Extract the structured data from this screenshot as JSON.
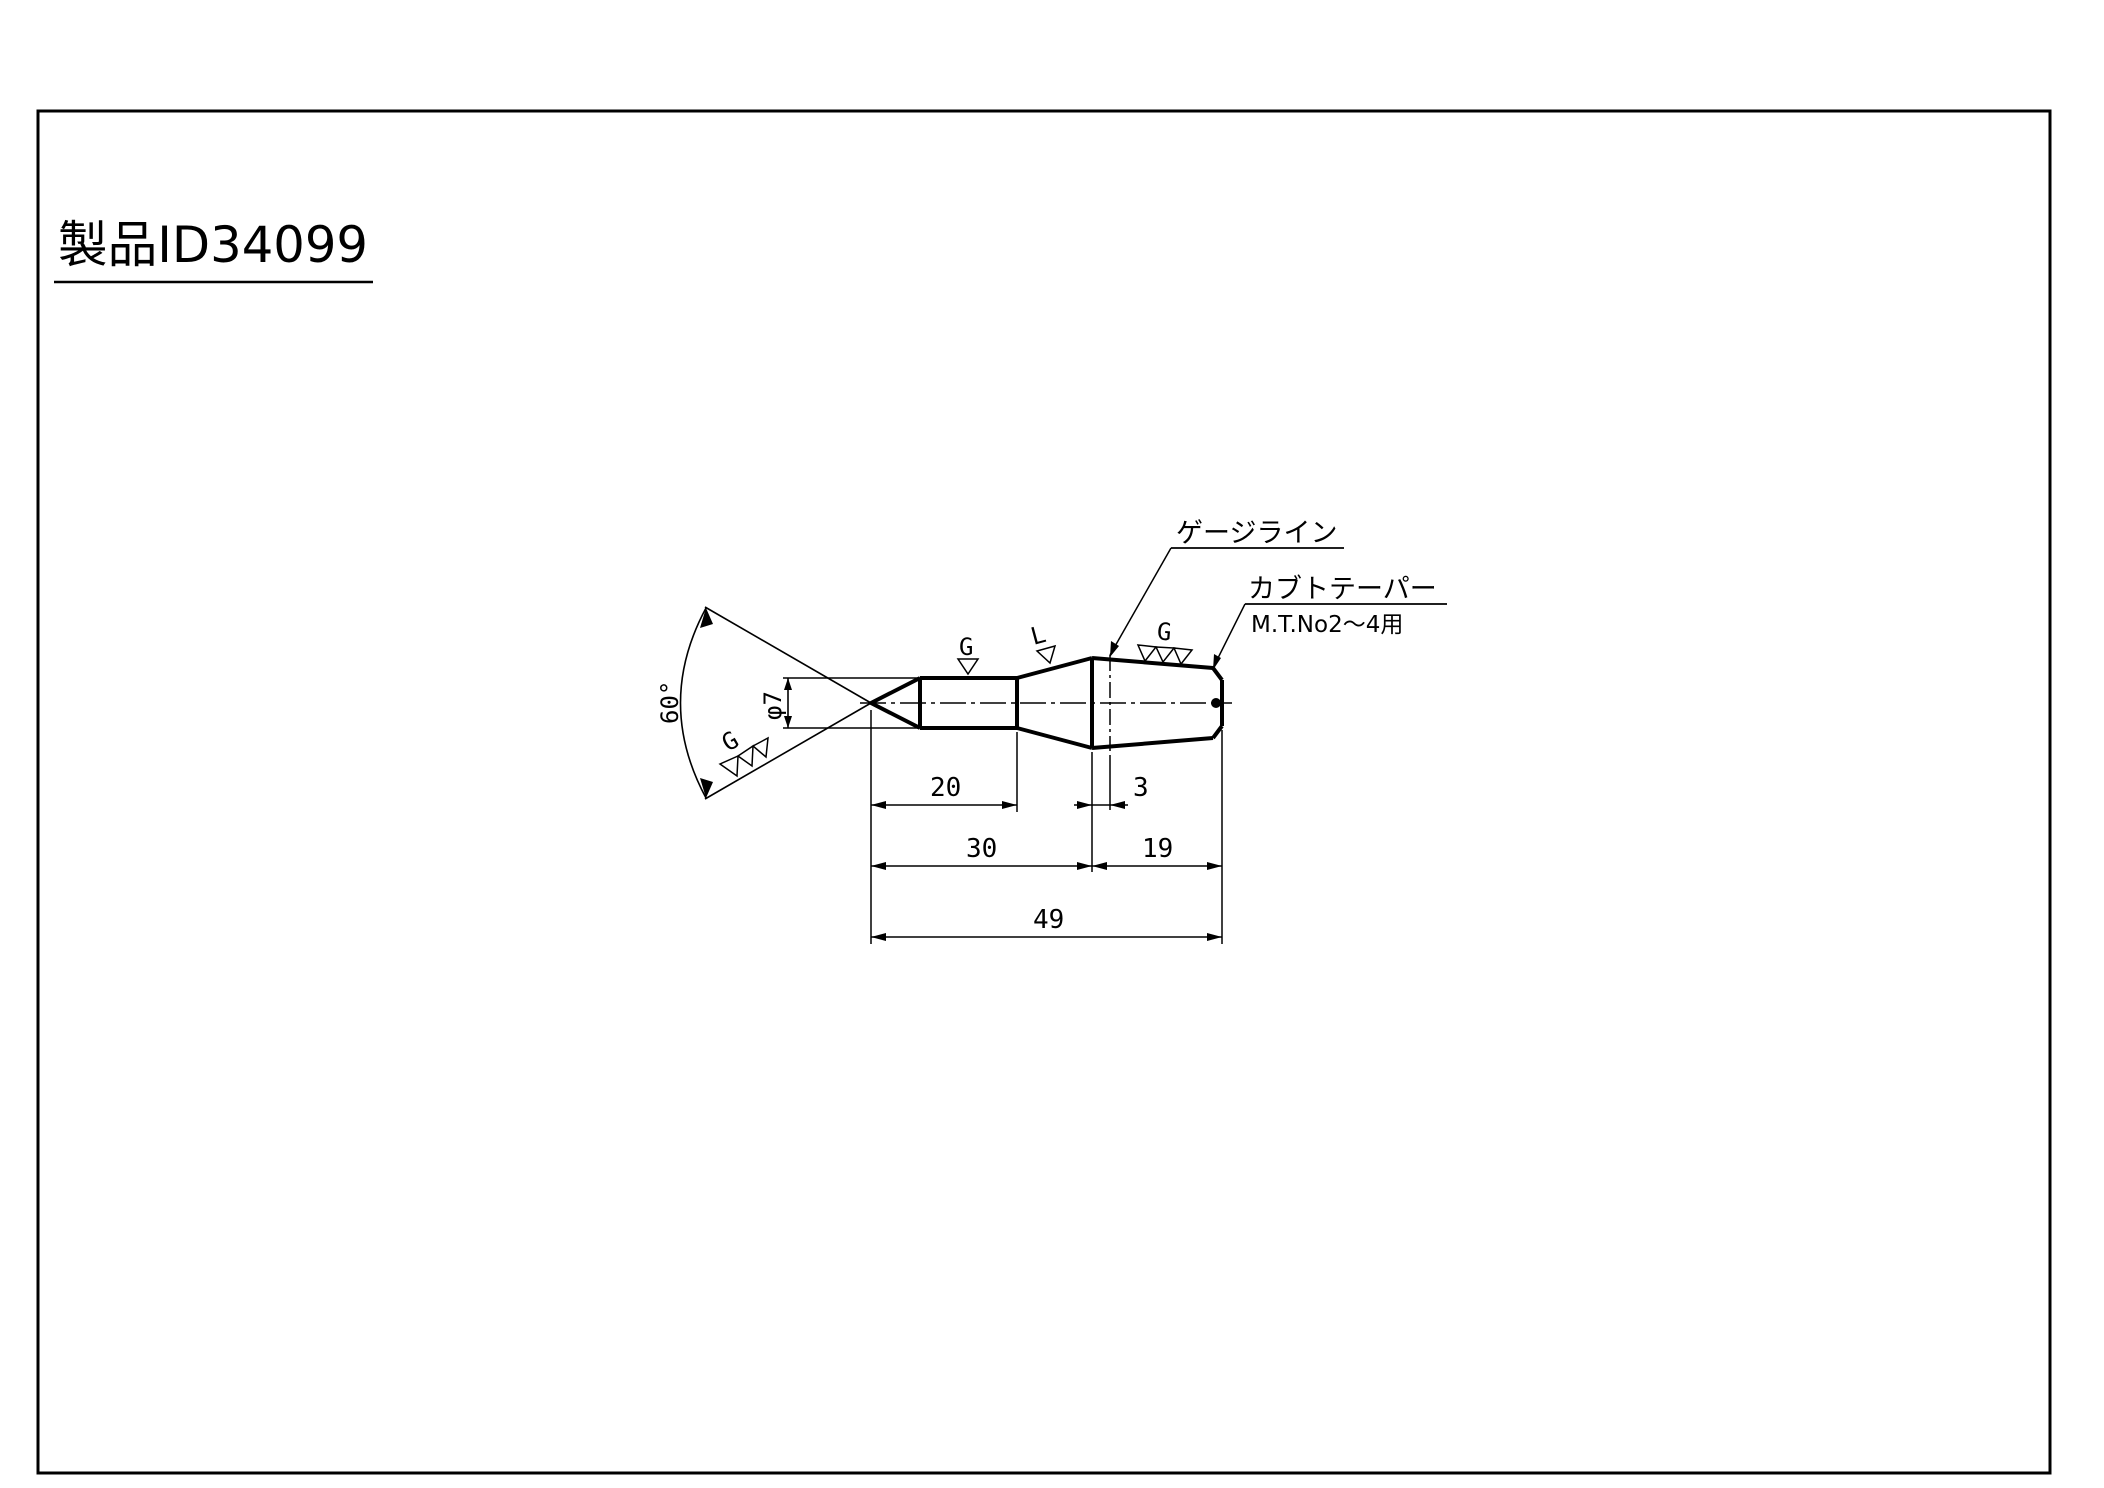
{
  "title": "製品ID34099",
  "annotations": {
    "gauge_line": "ゲージライン",
    "taper_name": "カブトテーパー",
    "taper_spec": "M.T.No2～4用"
  },
  "dimensions": {
    "angle": "60°",
    "diameter": "φ7",
    "d20": "20",
    "d3": "3",
    "d30": "30",
    "d19": "19",
    "d49": "49"
  },
  "surface_symbols": {
    "g_top": "G",
    "l_top": "L",
    "g_right": "G",
    "g_left": "G"
  },
  "colors": {
    "line": "#000000",
    "background": "#ffffff"
  }
}
